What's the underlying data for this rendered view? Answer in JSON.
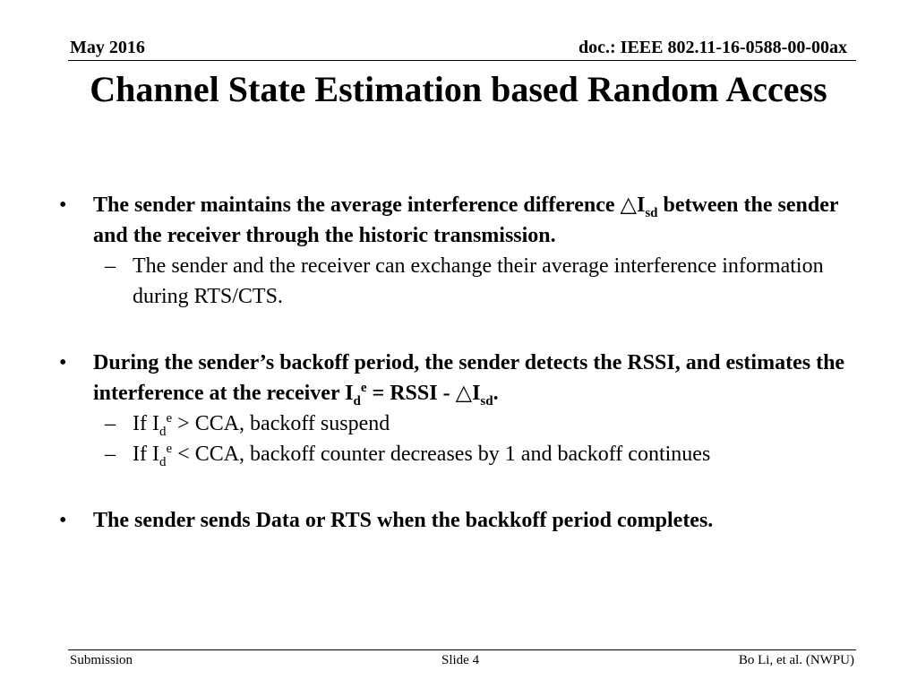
{
  "header": {
    "date": "May 2016",
    "doc_id": "doc.: IEEE 802.11-16-0588-00-00ax"
  },
  "title": "Channel State Estimation based Random Access",
  "bullets": {
    "b1": {
      "mark": "•",
      "t1": "The sender maintains the average interference difference ",
      "sym": "△",
      "var": "I",
      "var_sub": "sd",
      "t2": " between the sender and the receiver through the historic transmission."
    },
    "b1_sub1": {
      "mark": "–",
      "text": "The sender and the receiver can exchange their average interference information during RTS/CTS."
    },
    "b2": {
      "mark": "•",
      "t1": "During the sender’s backoff period, the sender detects the RSSI, and estimates the interference at the receiver ",
      "var": "I",
      "var_sub": "d",
      "var_sup": "e",
      "t2": " = RSSI - ",
      "sym": "△",
      "var2": "I",
      "var2_sub": "sd",
      "t3": "."
    },
    "b2_sub1": {
      "mark": "–",
      "t1": "If I",
      "var_sub": "d",
      "var_sup": "e",
      "t2": " > CCA, backoff suspend"
    },
    "b2_sub2": {
      "mark": "–",
      "t1": "If I",
      "var_sub": "d",
      "var_sup": "e",
      "t2": " < CCA, backoff counter decreases by 1 and backoff continues"
    },
    "b3": {
      "mark": "•",
      "text": "The sender sends Data or RTS when the backkoff period completes."
    }
  },
  "footer": {
    "left": "Submission",
    "center": "Slide 4",
    "right": "Bo Li, et al. (NWPU)"
  }
}
